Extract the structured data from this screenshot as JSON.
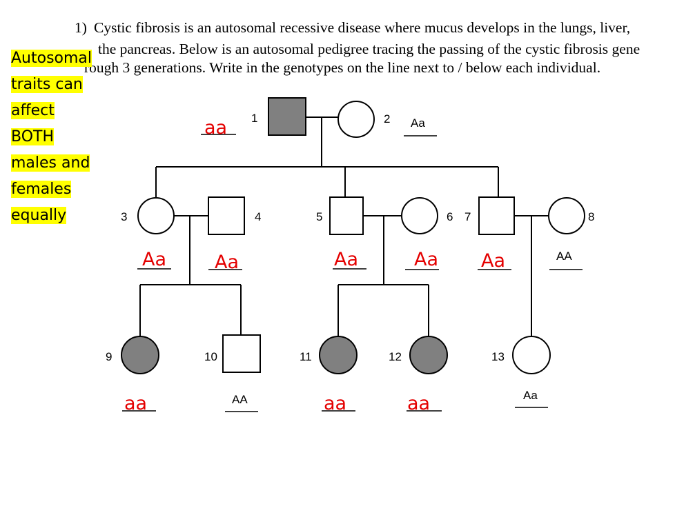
{
  "question": {
    "number": "1)",
    "line1": "Cystic fibrosis is an autosomal recessive disease where mucus develops in the lungs, liver,",
    "line2": "the pancreas. Below is an autosomal pedigree tracing the passing of the cystic fibrosis gene",
    "line3": "rough 3 generations. Write in the genotypes on the line next to / below each individual."
  },
  "note": {
    "lines": [
      "Autosomal",
      "traits can",
      "affect BOTH",
      "males and",
      "females",
      "equally"
    ],
    "highlight_color": "#ffff00"
  },
  "colors": {
    "affected_fill": "#808080",
    "unaffected_fill": "#ffffff",
    "answer_red": "#e40000"
  },
  "individuals": [
    {
      "id": "1",
      "sex": "male",
      "affected": true,
      "genotype": "aa",
      "genotype_style": "answer"
    },
    {
      "id": "2",
      "sex": "female",
      "affected": false,
      "genotype": "Aa",
      "genotype_style": "printed"
    },
    {
      "id": "3",
      "sex": "female",
      "affected": false,
      "genotype": "Aa",
      "genotype_style": "answer"
    },
    {
      "id": "4",
      "sex": "male",
      "affected": false,
      "genotype": "Aa",
      "genotype_style": "answer"
    },
    {
      "id": "5",
      "sex": "male",
      "affected": false,
      "genotype": "Aa",
      "genotype_style": "answer"
    },
    {
      "id": "6",
      "sex": "female",
      "affected": false,
      "genotype": "Aa",
      "genotype_style": "answer"
    },
    {
      "id": "7",
      "sex": "male",
      "affected": false,
      "genotype": "Aa",
      "genotype_style": "answer"
    },
    {
      "id": "8",
      "sex": "female",
      "affected": false,
      "genotype": "AA",
      "genotype_style": "printed"
    },
    {
      "id": "9",
      "sex": "female",
      "affected": true,
      "genotype": "aa",
      "genotype_style": "answer"
    },
    {
      "id": "10",
      "sex": "male",
      "affected": false,
      "genotype": "AA",
      "genotype_style": "printed"
    },
    {
      "id": "11",
      "sex": "female",
      "affected": true,
      "genotype": "aa",
      "genotype_style": "answer"
    },
    {
      "id": "12",
      "sex": "female",
      "affected": true,
      "genotype": "aa",
      "genotype_style": "answer"
    },
    {
      "id": "13",
      "sex": "female",
      "affected": false,
      "genotype": "Aa",
      "genotype_style": "printed"
    }
  ]
}
